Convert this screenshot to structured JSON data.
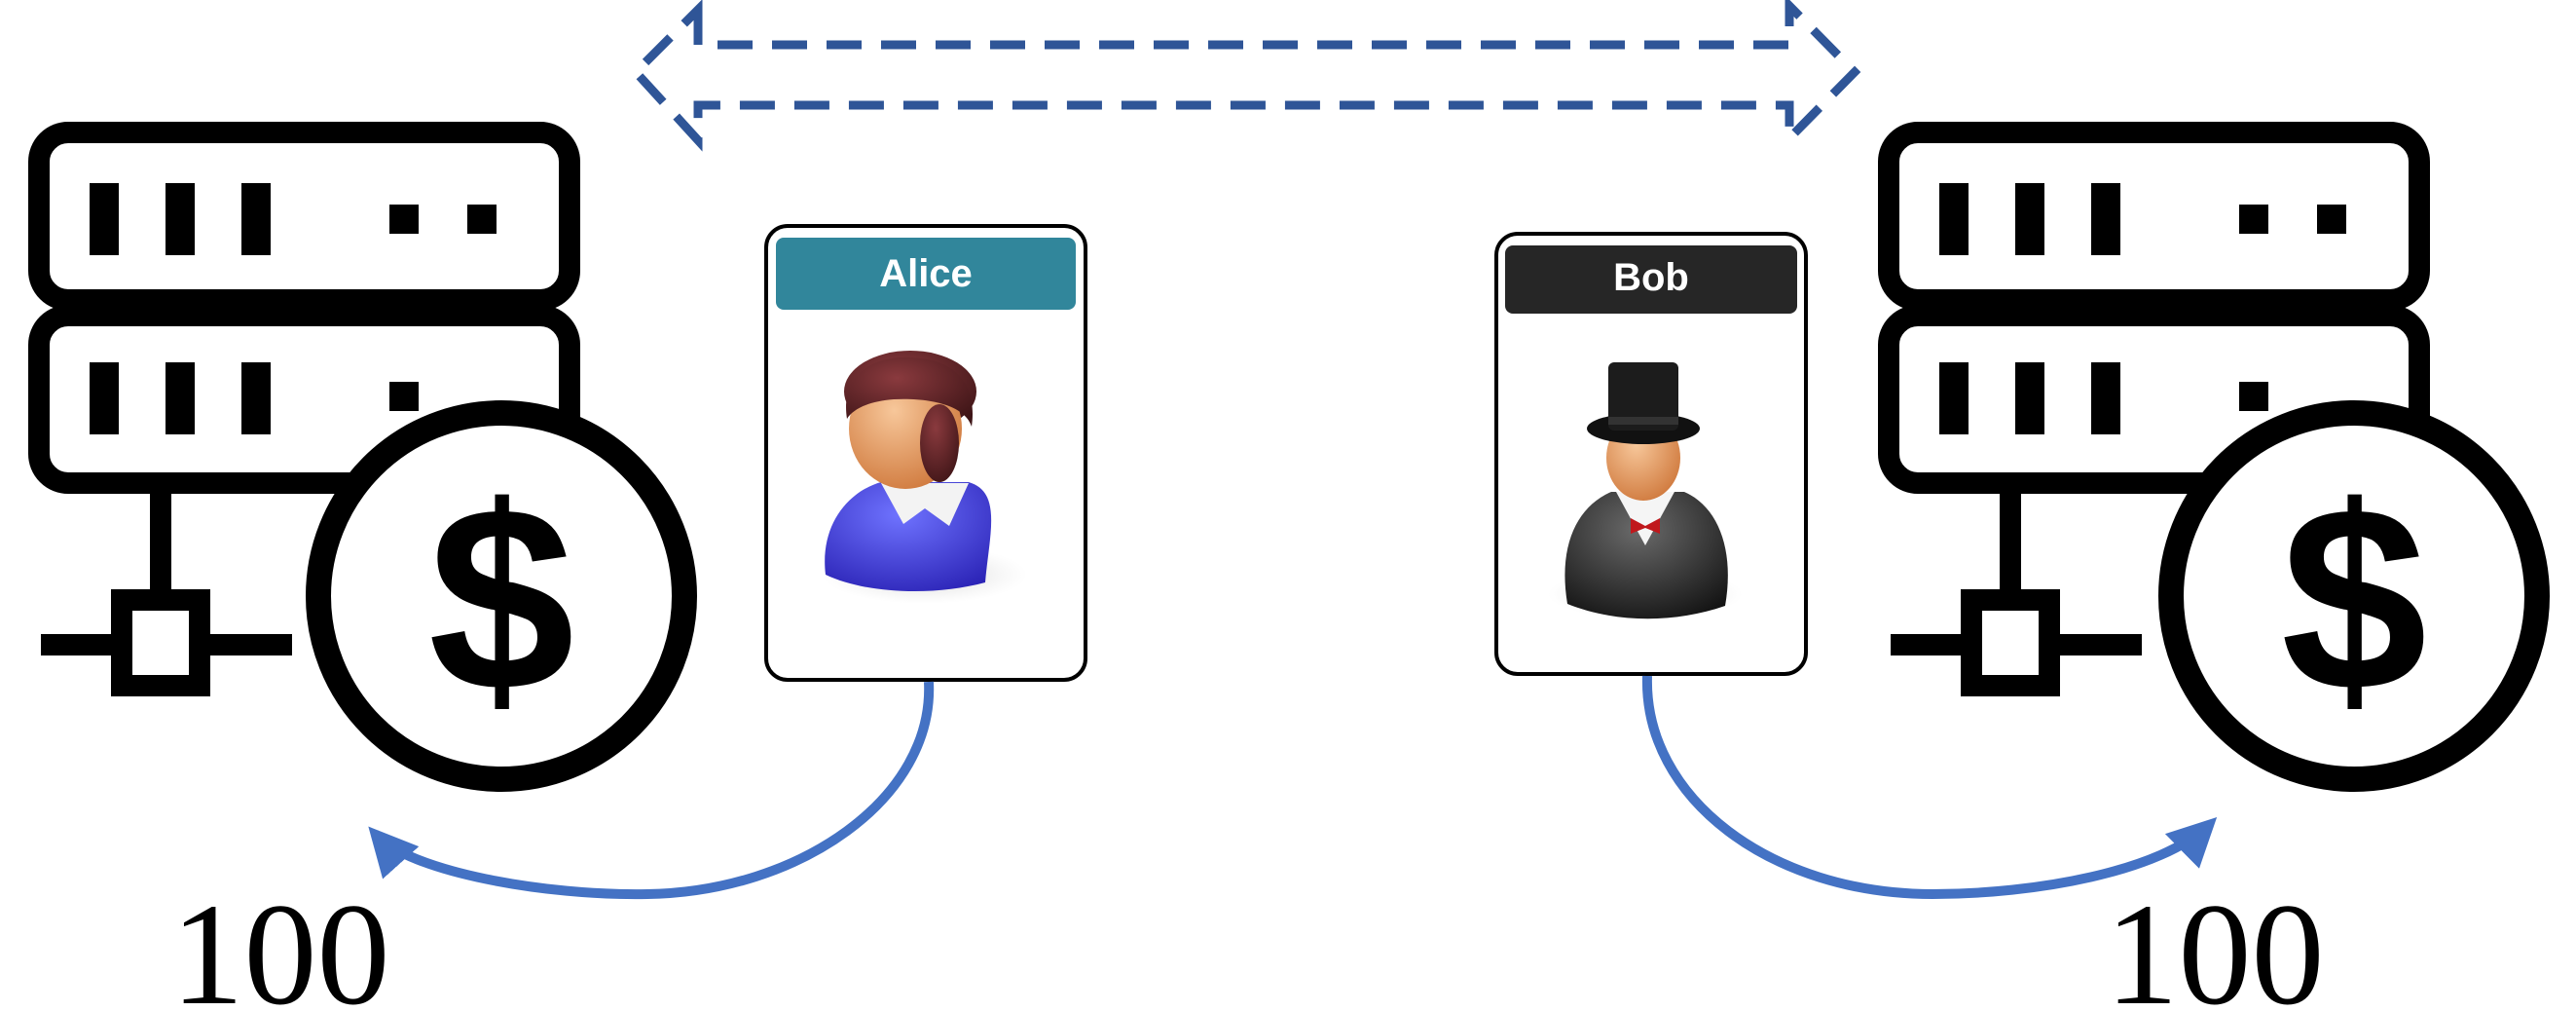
{
  "diagram": {
    "colors": {
      "ink": "#000000",
      "channel_arrow": "#2F5597",
      "link_arrow": "#4472C4",
      "alice_header": "#31869B",
      "bob_header": "#262626"
    },
    "left": {
      "node_icon": "server-money-icon",
      "currency_symbol": "$",
      "balance": "100"
    },
    "right": {
      "node_icon": "server-money-icon",
      "currency_symbol": "$",
      "balance": "100"
    },
    "alice": {
      "name": "Alice",
      "avatar_icon": "woman-avatar-icon"
    },
    "bob": {
      "name": "Bob",
      "avatar_icon": "gentleman-top-hat-avatar-icon"
    },
    "channel_icon": "dashed-double-arrow-icon"
  }
}
